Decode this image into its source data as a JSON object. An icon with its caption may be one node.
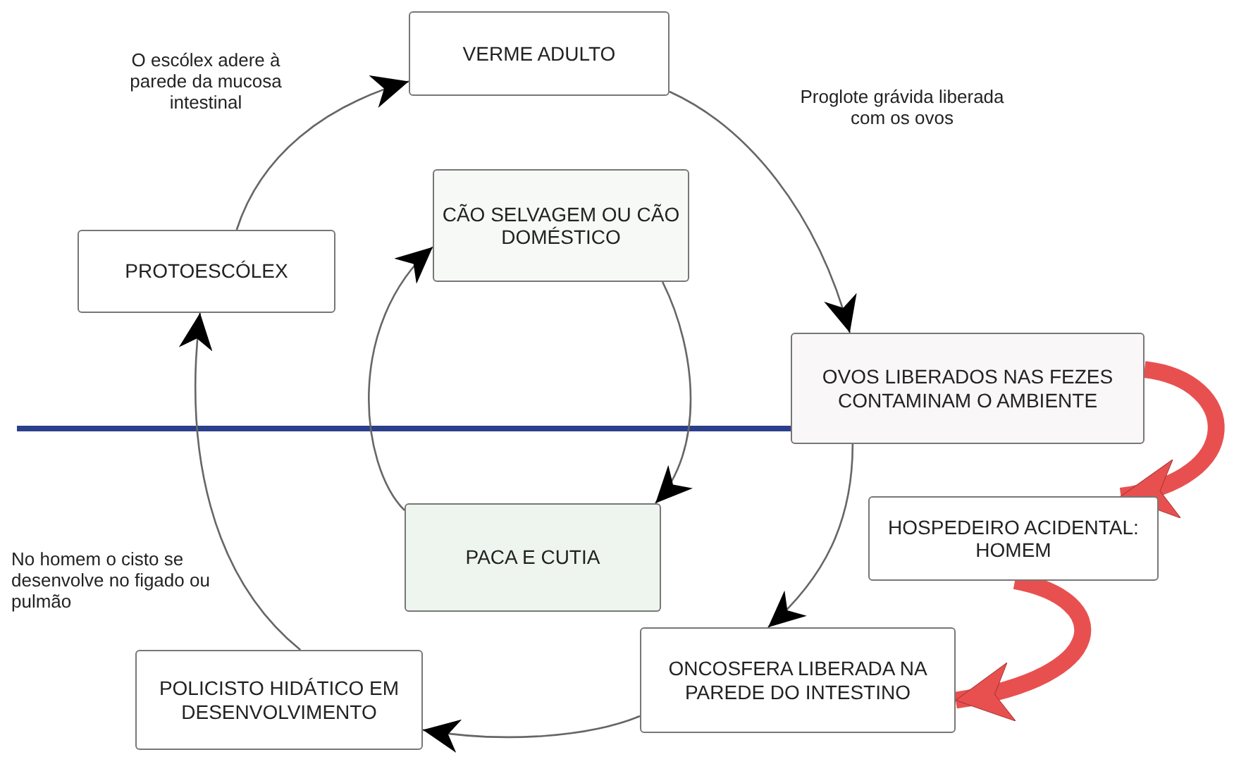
{
  "diagram": {
    "nodes": [
      {
        "text": [
          "VERME ADULTO"
        ]
      },
      {
        "text": [
          "CÃO SELVAGEM OU CÃO DOMÉSTICO"
        ]
      },
      {
        "text": [
          "PROTOESCÓLEX"
        ]
      },
      {
        "text": [
          "OVOS LIBERADOS NAS FEZES CONTAMINAM O AMBIENTE"
        ]
      },
      {
        "text": [
          "PACA E CUTIA"
        ]
      },
      {
        "text": [
          "HOSPEDEIRO ACIDENTAL: HOMEM"
        ]
      },
      {
        "text": [
          "POLICISTO HIDÁTICO EM DESENVOLVIMENTO"
        ]
      },
      {
        "text": [
          "ONCOSFERA LIBERADA NA PAREDE DO INTESTINO"
        ]
      }
    ],
    "edges": [
      {
        "from": 2,
        "to": 0,
        "arrow": "to",
        "label": "O escólex adere à parede da mucosa intestinal"
      },
      {
        "from": 0,
        "to": 3,
        "arrow": "to",
        "label": "Proglote grávida liberada com os ovos"
      },
      {
        "from": 3,
        "to": 7,
        "arrow": "to"
      },
      {
        "from": 7,
        "to": 6,
        "arrow": "to"
      },
      {
        "from": 6,
        "to": 2,
        "arrow": "to"
      },
      {
        "from": 1,
        "to": 4,
        "arrow": "to"
      },
      {
        "from": 4,
        "to": 1,
        "arrow": "to"
      },
      {
        "from": 3,
        "to": 5,
        "arrow": "to",
        "style": "thick",
        "color": "#e85050"
      },
      {
        "from": 5,
        "to": 7,
        "arrow": "to",
        "style": "thick",
        "color": "#e85050"
      }
    ],
    "labels": [
      "No homem o cisto se desenvolve no figado ou pulmão"
    ]
  }
}
